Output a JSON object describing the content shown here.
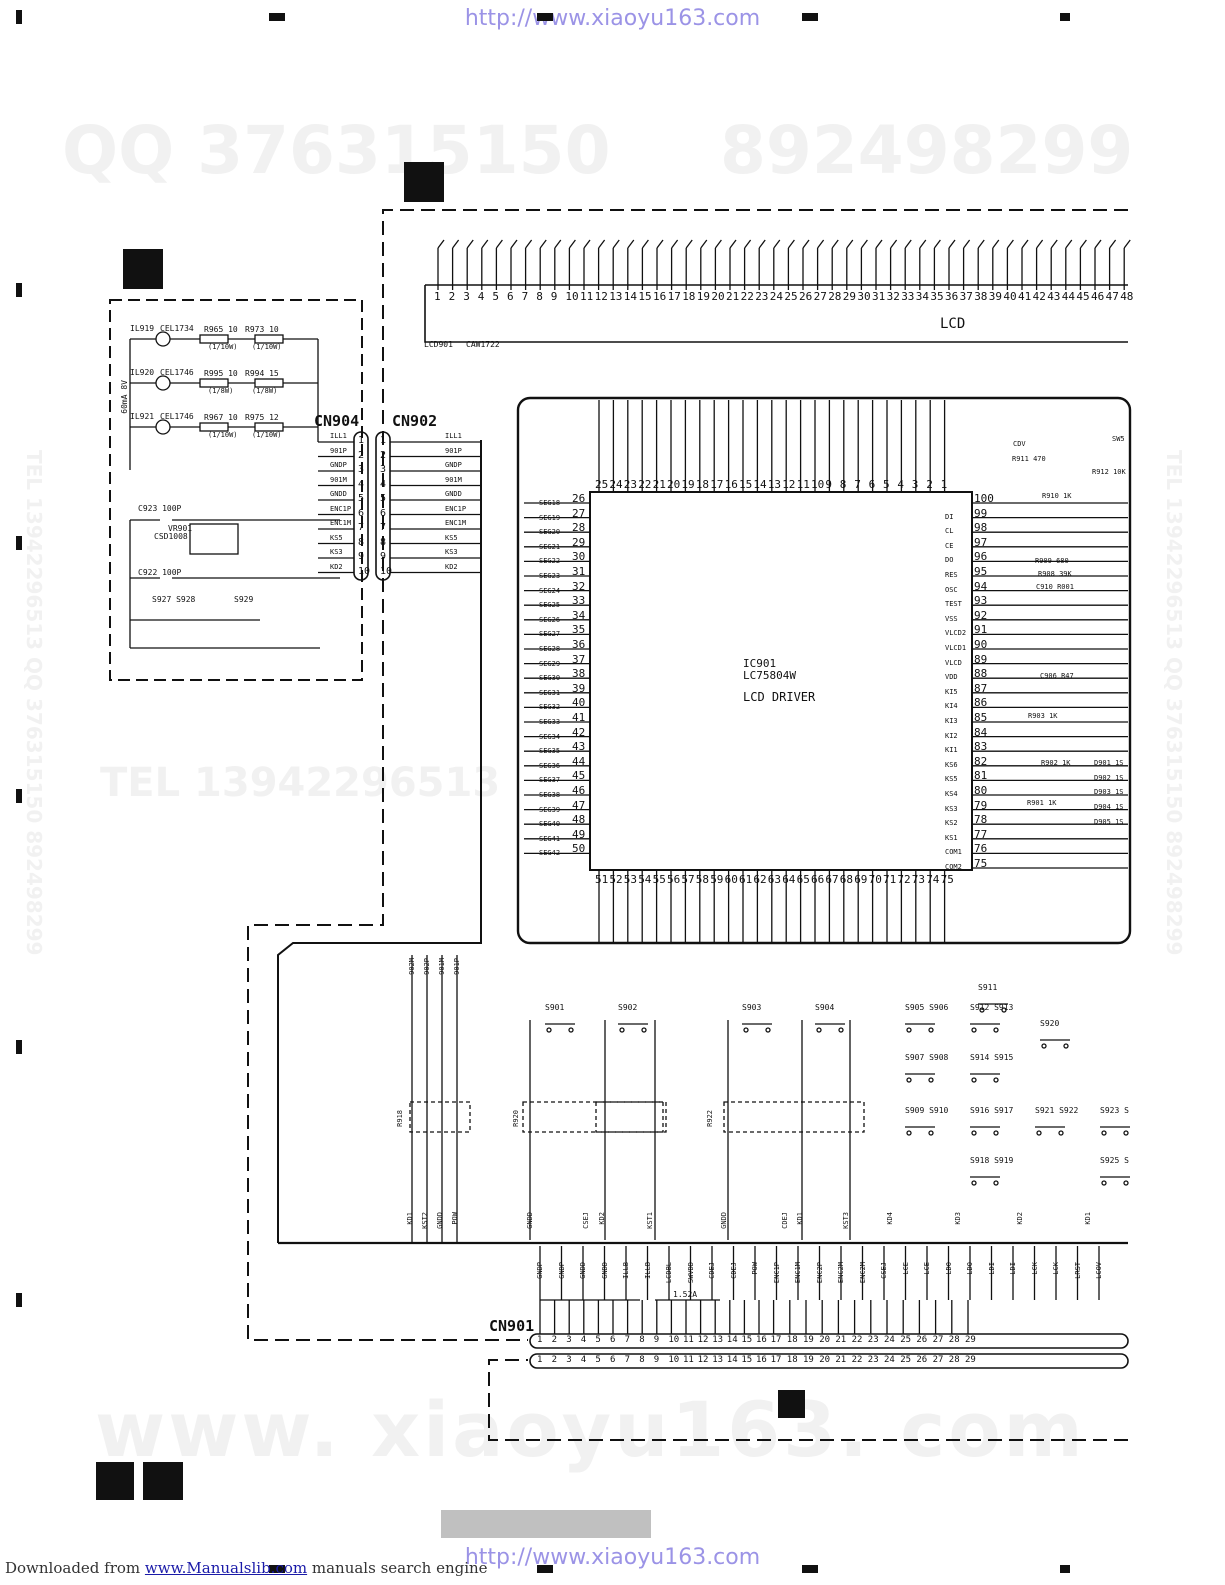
{
  "header_url": "http://www.xiaoyu163.com",
  "footer_url": "http://www.xiaoyu163.com",
  "watermark": {
    "qq": "QQ 376315150",
    "qq2": "892498299",
    "tel": "TEL 13942296513",
    "site": "www. xiaoyu163. com",
    "side_right": "TEL 13942296513  QQ 376315150  892498299",
    "side_left": "TEL 13942296513  QQ 376315150  892498299"
  },
  "labels": {
    "cn904": "CN904",
    "cn902": "CN902",
    "cn901": "CN901",
    "lcd": "LCD",
    "lcd_ref": "LCD901",
    "lcd_part": "CAW1722",
    "ic_ref": "IC901",
    "ic_part": "LC75804W",
    "ic_name": "LCD DRIVER"
  },
  "connector_pins": [
    "ILL1",
    "901P",
    "GNDP",
    "901M",
    "GNDD",
    "ENC1P",
    "ENC1M",
    "KS5",
    "KS3",
    "KD2"
  ],
  "lamp_circuit": [
    {
      "lamp": "IL919",
      "type": "CEL1734",
      "r1": "R965 10",
      "r1p": "(1/10W)",
      "r2": "R973 10",
      "r2p": "(1/10W)"
    },
    {
      "lamp": "IL920",
      "type": "CEL1746",
      "r1": "R995 10",
      "r1p": "(1/8W)",
      "r2": "R994 15",
      "r2p": "(1/8W)"
    },
    {
      "lamp": "IL921",
      "type": "CEL1746",
      "r1": "R967 10",
      "r1p": "(1/10W)",
      "r2": "R975 12",
      "r2p": "(1/10W)"
    }
  ],
  "lamp_supply": "60mA 8V",
  "left_parts": [
    "C923 100P",
    "VR901",
    "CSD1008",
    "C922 100P",
    "S927 S928",
    "S929"
  ],
  "ic_right_pins": [
    {
      "n": "100",
      "s": ""
    },
    {
      "n": "99",
      "s": "DI"
    },
    {
      "n": "98",
      "s": "CL"
    },
    {
      "n": "97",
      "s": "CE"
    },
    {
      "n": "96",
      "s": "DO"
    },
    {
      "n": "95",
      "s": "RES"
    },
    {
      "n": "94",
      "s": "OSC"
    },
    {
      "n": "93",
      "s": "TEST"
    },
    {
      "n": "92",
      "s": "VSS"
    },
    {
      "n": "91",
      "s": "VLCD2"
    },
    {
      "n": "90",
      "s": "VLCD1"
    },
    {
      "n": "89",
      "s": "VLCD"
    },
    {
      "n": "88",
      "s": "VDD"
    },
    {
      "n": "87",
      "s": "KI5"
    },
    {
      "n": "86",
      "s": "KI4"
    },
    {
      "n": "85",
      "s": "KI3"
    },
    {
      "n": "84",
      "s": "KI2"
    },
    {
      "n": "83",
      "s": "KI1"
    },
    {
      "n": "82",
      "s": "KS6"
    },
    {
      "n": "81",
      "s": "KS5"
    },
    {
      "n": "80",
      "s": "KS4"
    },
    {
      "n": "79",
      "s": "KS3"
    },
    {
      "n": "78",
      "s": "KS2"
    },
    {
      "n": "77",
      "s": "KS1"
    },
    {
      "n": "76",
      "s": "COM1"
    },
    {
      "n": "75",
      "s": "COM2"
    }
  ],
  "right_parts": [
    "R912 10K",
    "R911 470",
    "CDV",
    "SW5",
    "R910 1K",
    "R909 680",
    "R908 39K",
    "C910 R001",
    "C906 R47",
    "R903 1K",
    "R902 1K",
    "R901 1K",
    "D901 1S",
    "D902 1S",
    "D903 1S",
    "D904 1S",
    "D905 1S"
  ],
  "switches": [
    "S901",
    "S902",
    "S903",
    "S904",
    "S905 S906",
    "S907 S908",
    "S909 S910",
    "S911",
    "S912 S913",
    "S914 S915",
    "S916 S917",
    "S918 S919",
    "S920",
    "S921 S922",
    "S923 S",
    "S925 S"
  ],
  "resistor_arrays": [
    "R918",
    "R920",
    "R922"
  ],
  "fuse_label": "1.52A",
  "cn901_signals": [
    "GNDP",
    "GNDP",
    "GNDD",
    "GNDD",
    "ILLB",
    "ILLB",
    "LCDBL",
    "SWVDD",
    "CDEJ",
    "CDEJ",
    "POW",
    "ENC1P",
    "ENC1M",
    "ENC2P",
    "ENC2M",
    "ENC2M",
    "CSEJ",
    "LCE",
    "LCE",
    "LDO",
    "LDO",
    "LDI",
    "LDI",
    "LCK",
    "LCK",
    "LRST",
    "LCOV"
  ],
  "bottom_signals": [
    "KD1",
    "KST2",
    "GNDD",
    "POW",
    "GNDD",
    "CSEJ",
    "KD2",
    "KST1",
    "GNDD",
    "CDEJ",
    "KD1",
    "KST3",
    "KD4",
    "KD3",
    "KD2",
    "KD1"
  ],
  "top_bus_signals": [
    "902M",
    "902P",
    "901M",
    "901P"
  ],
  "footer": {
    "prefix": "Downloaded from ",
    "link": "www.Manualslib.com",
    "suffix": " manuals search engine"
  }
}
